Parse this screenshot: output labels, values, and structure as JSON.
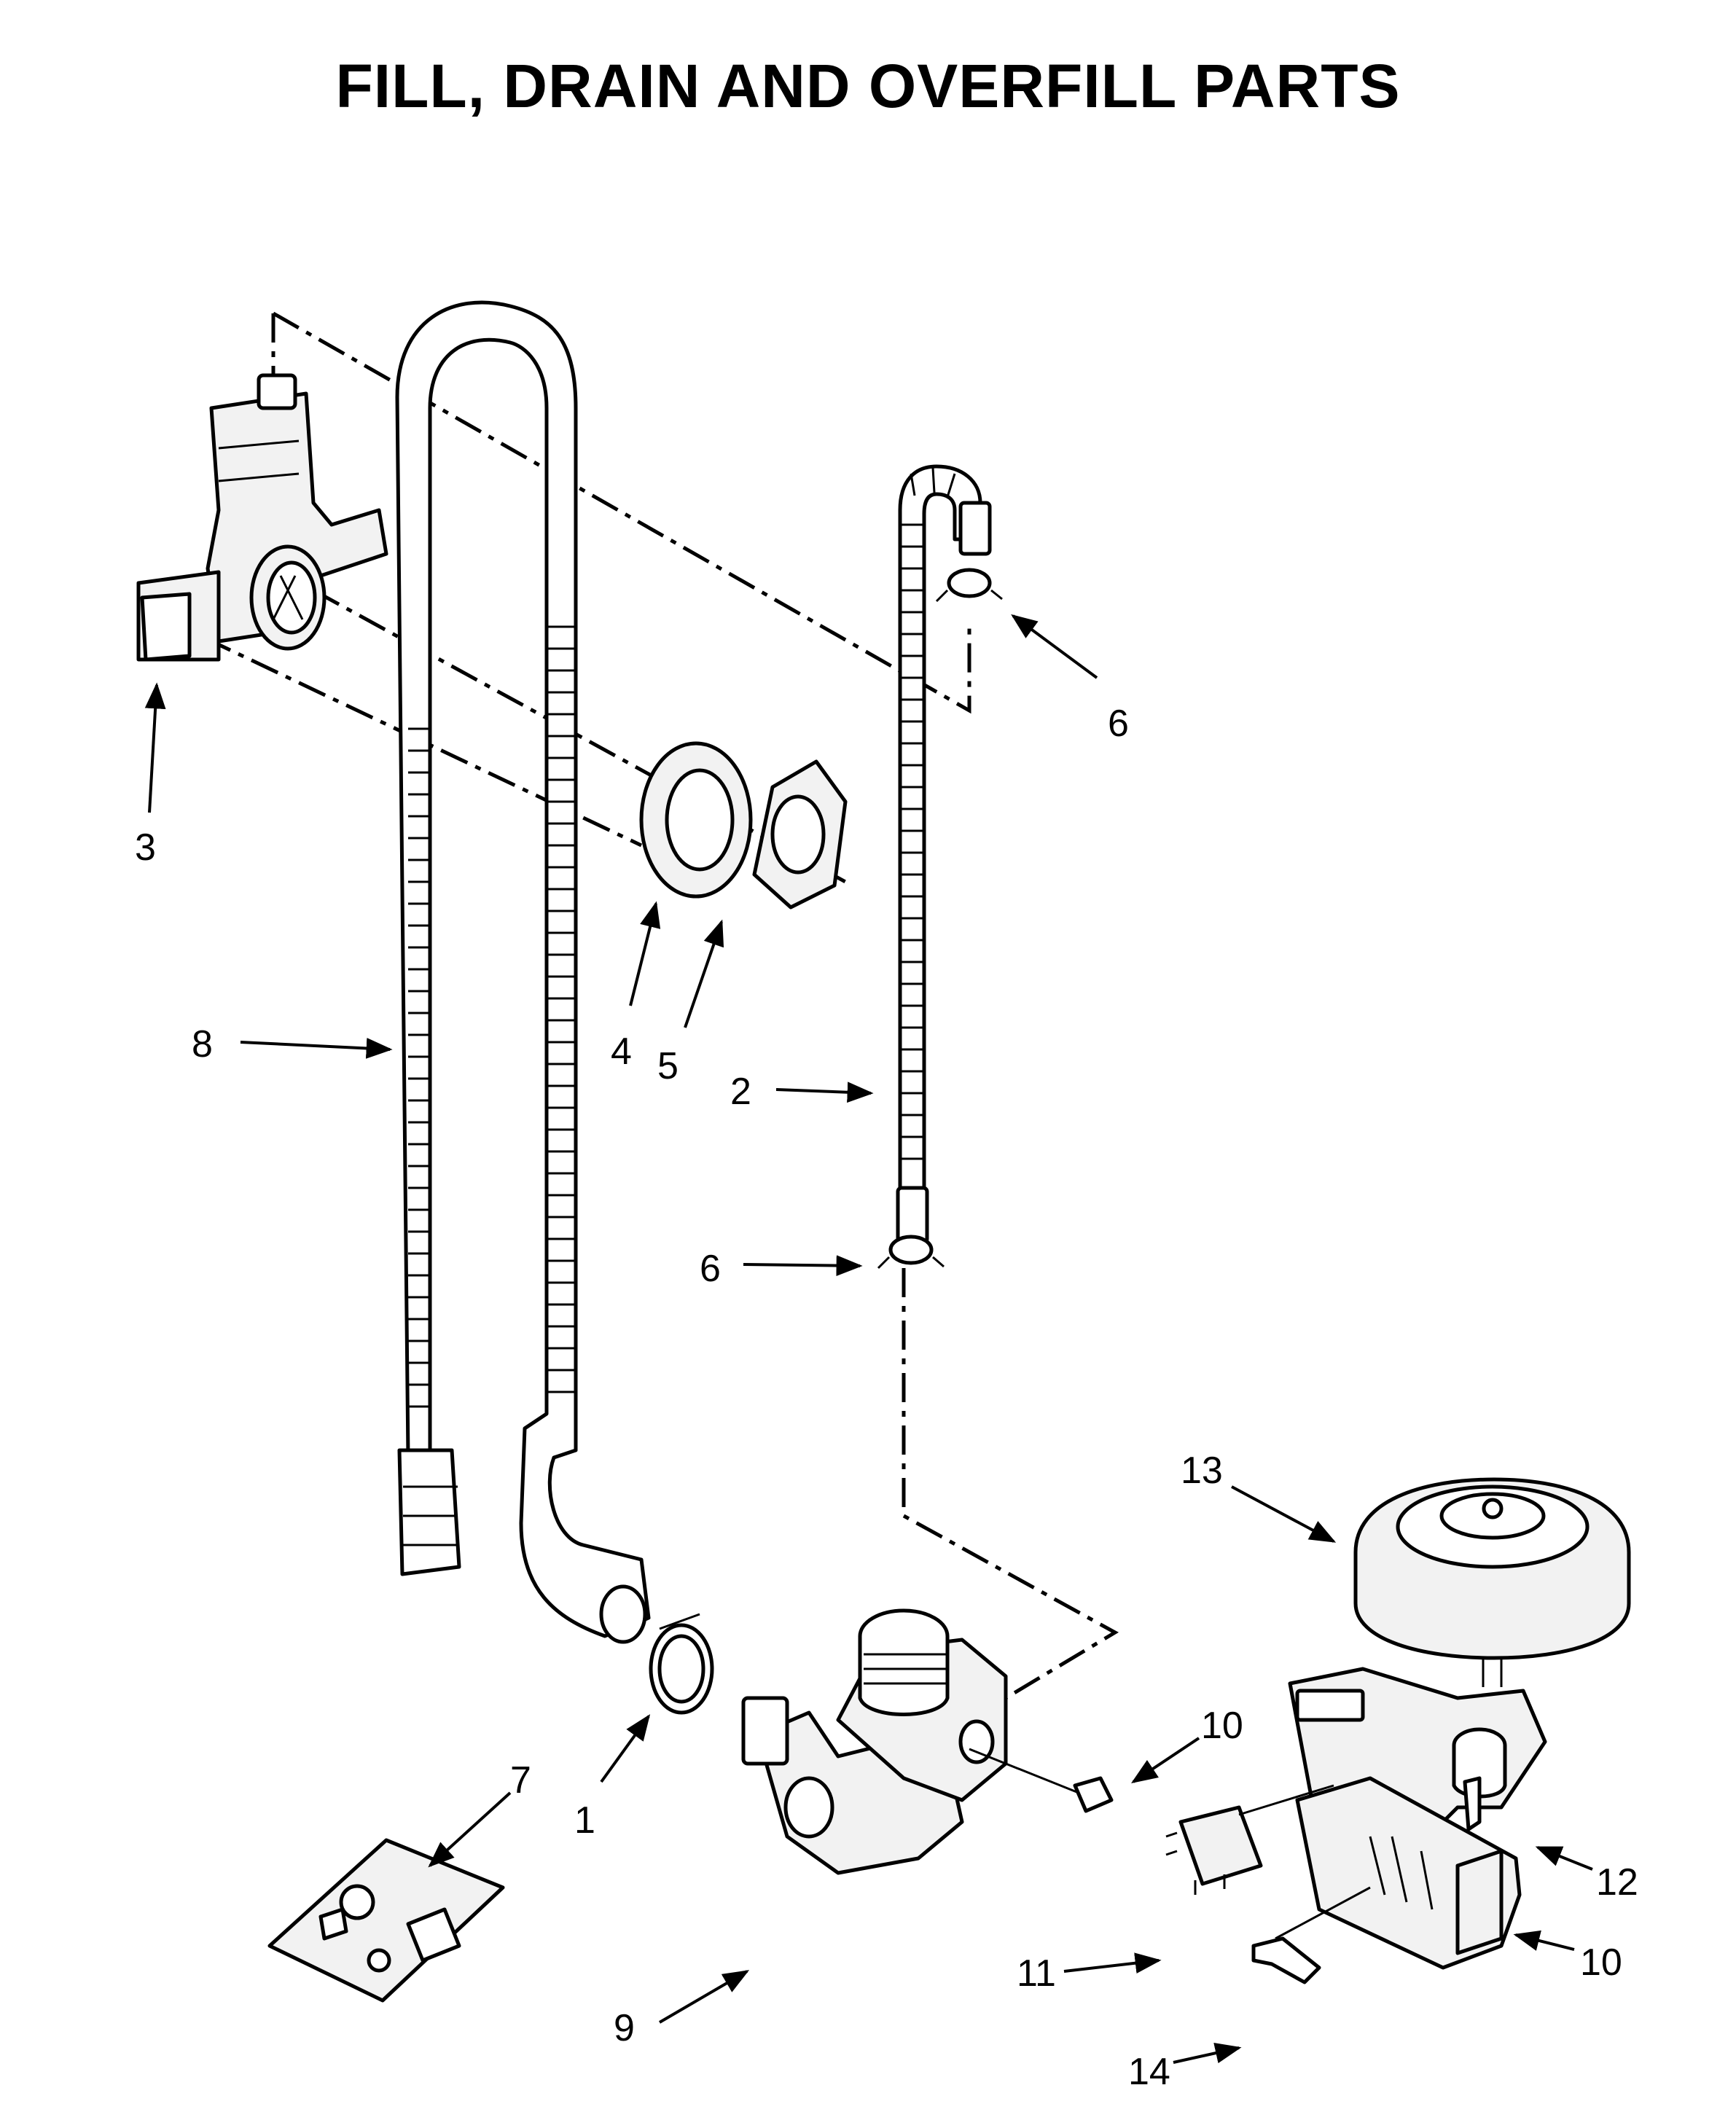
{
  "title": "FILL, DRAIN AND OVERFILL PARTS",
  "callouts": [
    {
      "id": "c1",
      "label": "1"
    },
    {
      "id": "c2",
      "label": "2"
    },
    {
      "id": "c3",
      "label": "3"
    },
    {
      "id": "c4",
      "label": "4"
    },
    {
      "id": "c5",
      "label": "5"
    },
    {
      "id": "c6a",
      "label": "6"
    },
    {
      "id": "c6b",
      "label": "6"
    },
    {
      "id": "c7",
      "label": "7"
    },
    {
      "id": "c8",
      "label": "8"
    },
    {
      "id": "c9",
      "label": "9"
    },
    {
      "id": "c10a",
      "label": "10"
    },
    {
      "id": "c10b",
      "label": "10"
    },
    {
      "id": "c11",
      "label": "11"
    },
    {
      "id": "c12",
      "label": "12"
    },
    {
      "id": "c13",
      "label": "13"
    },
    {
      "id": "c14",
      "label": "14"
    }
  ]
}
